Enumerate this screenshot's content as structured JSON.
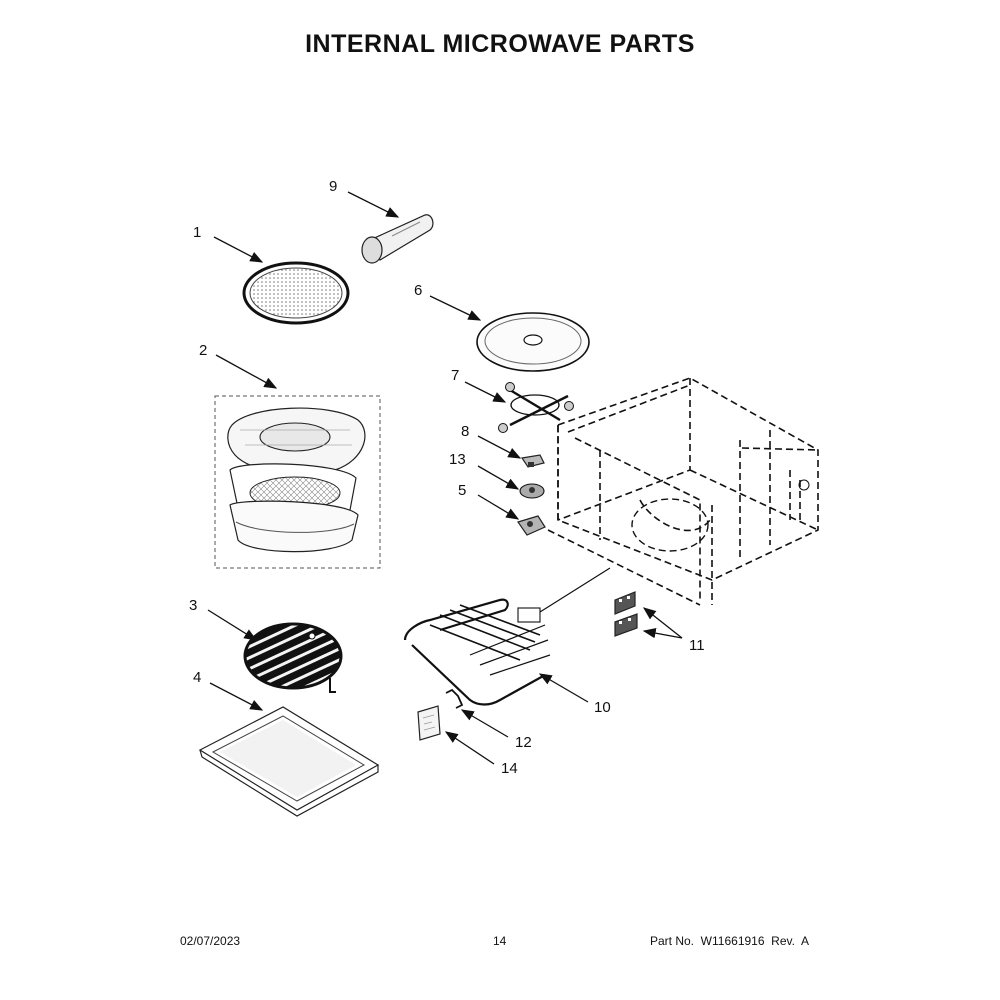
{
  "title": "INTERNAL MICROWAVE PARTS",
  "callouts": [
    "1",
    "2",
    "3",
    "4",
    "5",
    "6",
    "7",
    "8",
    "9",
    "10",
    "11",
    "12",
    "13",
    "14"
  ],
  "footer": {
    "date": "02/07/2023",
    "page": "14",
    "part_no": "Part No.  W11661916  Rev.  A"
  },
  "icons": [
    "crisper-pan",
    "steamer-set",
    "grill-rack",
    "baking-tray",
    "turntable-motor",
    "turntable-glass-tray",
    "turntable-support",
    "thermal-cutout",
    "waveguide-cover",
    "heating-element",
    "mounting-bracket",
    "clip",
    "sensor",
    "label",
    "cavity-assembly"
  ]
}
